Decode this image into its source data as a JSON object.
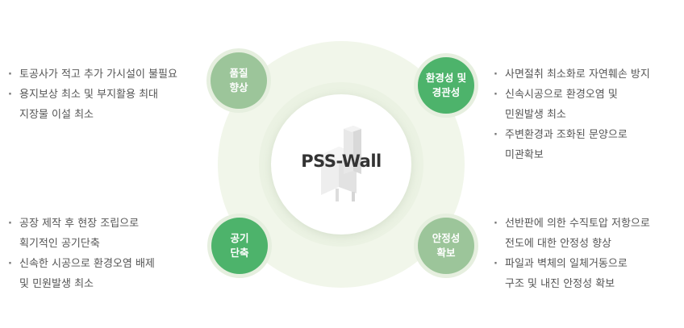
{
  "center": {
    "title": "PSS-Wall"
  },
  "badges": {
    "quality": {
      "line1": "품질",
      "line2": "향상"
    },
    "environment": {
      "line1": "환경성 및",
      "line2": "경관성"
    },
    "period": {
      "line1": "공기",
      "line2": "단축"
    },
    "stability": {
      "line1": "안정성",
      "line2": "확보"
    }
  },
  "lists": {
    "quality": [
      {
        "lines": [
          "토공사가 적고 추가 가시설이 불필요"
        ]
      },
      {
        "lines": [
          "용지보상 최소 및 부지활용 최대",
          "지장물 이설 최소"
        ]
      }
    ],
    "environment": [
      {
        "lines": [
          "사면절취 최소화로 자연훼손 방지"
        ]
      },
      {
        "lines": [
          "신속시공으로 환경오염 및",
          "민원발생 최소"
        ]
      },
      {
        "lines": [
          "주변환경과 조화된 문양으로",
          "미관확보"
        ]
      }
    ],
    "period": [
      {
        "lines": [
          "공장 제작 후 현장 조립으로",
          "획기적인 공기단축"
        ]
      },
      {
        "lines": [
          "신속한 시공으로 환경오염 배제",
          "및 민원발생 최소"
        ]
      }
    ],
    "stability": [
      {
        "lines": [
          "선반판에 의한 수직토압 저항으로",
          "전도에 대한 안정성 향상"
        ]
      },
      {
        "lines": [
          "파일과 벽체의 일체거동으로",
          "구조 및 내진 안정성 확보"
        ]
      }
    ]
  },
  "colors": {
    "badge_light": "#9cc59a",
    "badge_dark": "#4db36b",
    "ring_outer": "#f1f6ea",
    "ring_mid": "#ebf2e3",
    "text": "#555555",
    "title": "#333333"
  }
}
